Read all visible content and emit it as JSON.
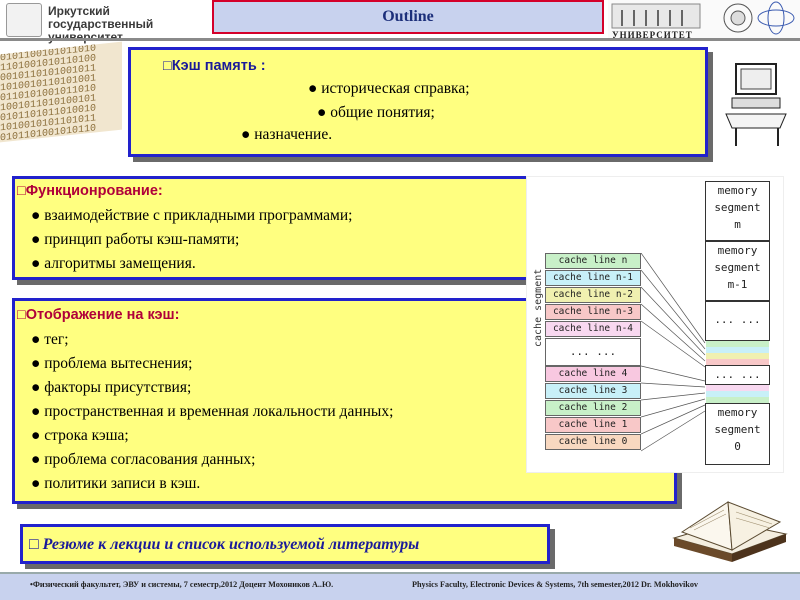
{
  "header": {
    "university_line1": "Иркутский",
    "university_line2": "государственный университет",
    "title": "Outline",
    "right_logo_text": "УНИВЕРСИТЕТ"
  },
  "box1": {
    "heading": "Кэш память :",
    "items": [
      "● историческая справка;",
      "● общие понятия;",
      "● назначение."
    ]
  },
  "box2": {
    "heading": "Функционрование:",
    "items": [
      "● взаимодействие с прикладными программами;",
      "● принцип работы кэш-памяти;",
      "● алгоритмы замещения."
    ]
  },
  "box3": {
    "heading": "Отображение на кэш:",
    "items": [
      "● тег;",
      "● проблема вытеснения;",
      "● факторы присутствия;",
      "● пространственная и временная локальности данных;",
      "● строка кэша;",
      "● проблема согласования данных;",
      "● политики записи в кэш."
    ]
  },
  "box4": {
    "text": "Резюме к лекции и список используемой литературы"
  },
  "diagram": {
    "cache_segment_label": "cache segment",
    "cache_lines": [
      {
        "label": "cache line n",
        "color": "#c8f0c8"
      },
      {
        "label": "cache line n-1",
        "color": "#c8f0f8"
      },
      {
        "label": "cache line n-2",
        "color": "#f0f0b0"
      },
      {
        "label": "cache line n-3",
        "color": "#f8c8c8"
      },
      {
        "label": "cache line n-4",
        "color": "#f8d8f0"
      },
      {
        "label": "... ...",
        "color": "#ffffff"
      },
      {
        "label": "cache line 4",
        "color": "#f8c8e0"
      },
      {
        "label": "cache line 3",
        "color": "#c8f0f8"
      },
      {
        "label": "cache line 2",
        "color": "#c8f0c8"
      },
      {
        "label": "cache line 1",
        "color": "#f8c8c8"
      },
      {
        "label": "cache line 0",
        "color": "#f8d8c0"
      }
    ],
    "memory_segments": [
      {
        "line1": "memory",
        "line2": "segment",
        "line3": "m"
      },
      {
        "line1": "memory",
        "line2": "segment",
        "line3": "m-1"
      },
      {
        "line1": "... ...",
        "line2": "",
        "line3": ""
      },
      {
        "line1": "... ...",
        "line2": "",
        "line3": ""
      },
      {
        "line1": "memory",
        "line2": "segment",
        "line3": "0"
      }
    ]
  },
  "footer": {
    "left": "•Физический факультет, ЭВУ и системы, 7 семестр,2012 Доцент Мохоников А..Ю.",
    "right": "Physics Faculty, Electronic Devices & Systems, 7th semester,2012   Dr. Mokhovikov"
  }
}
